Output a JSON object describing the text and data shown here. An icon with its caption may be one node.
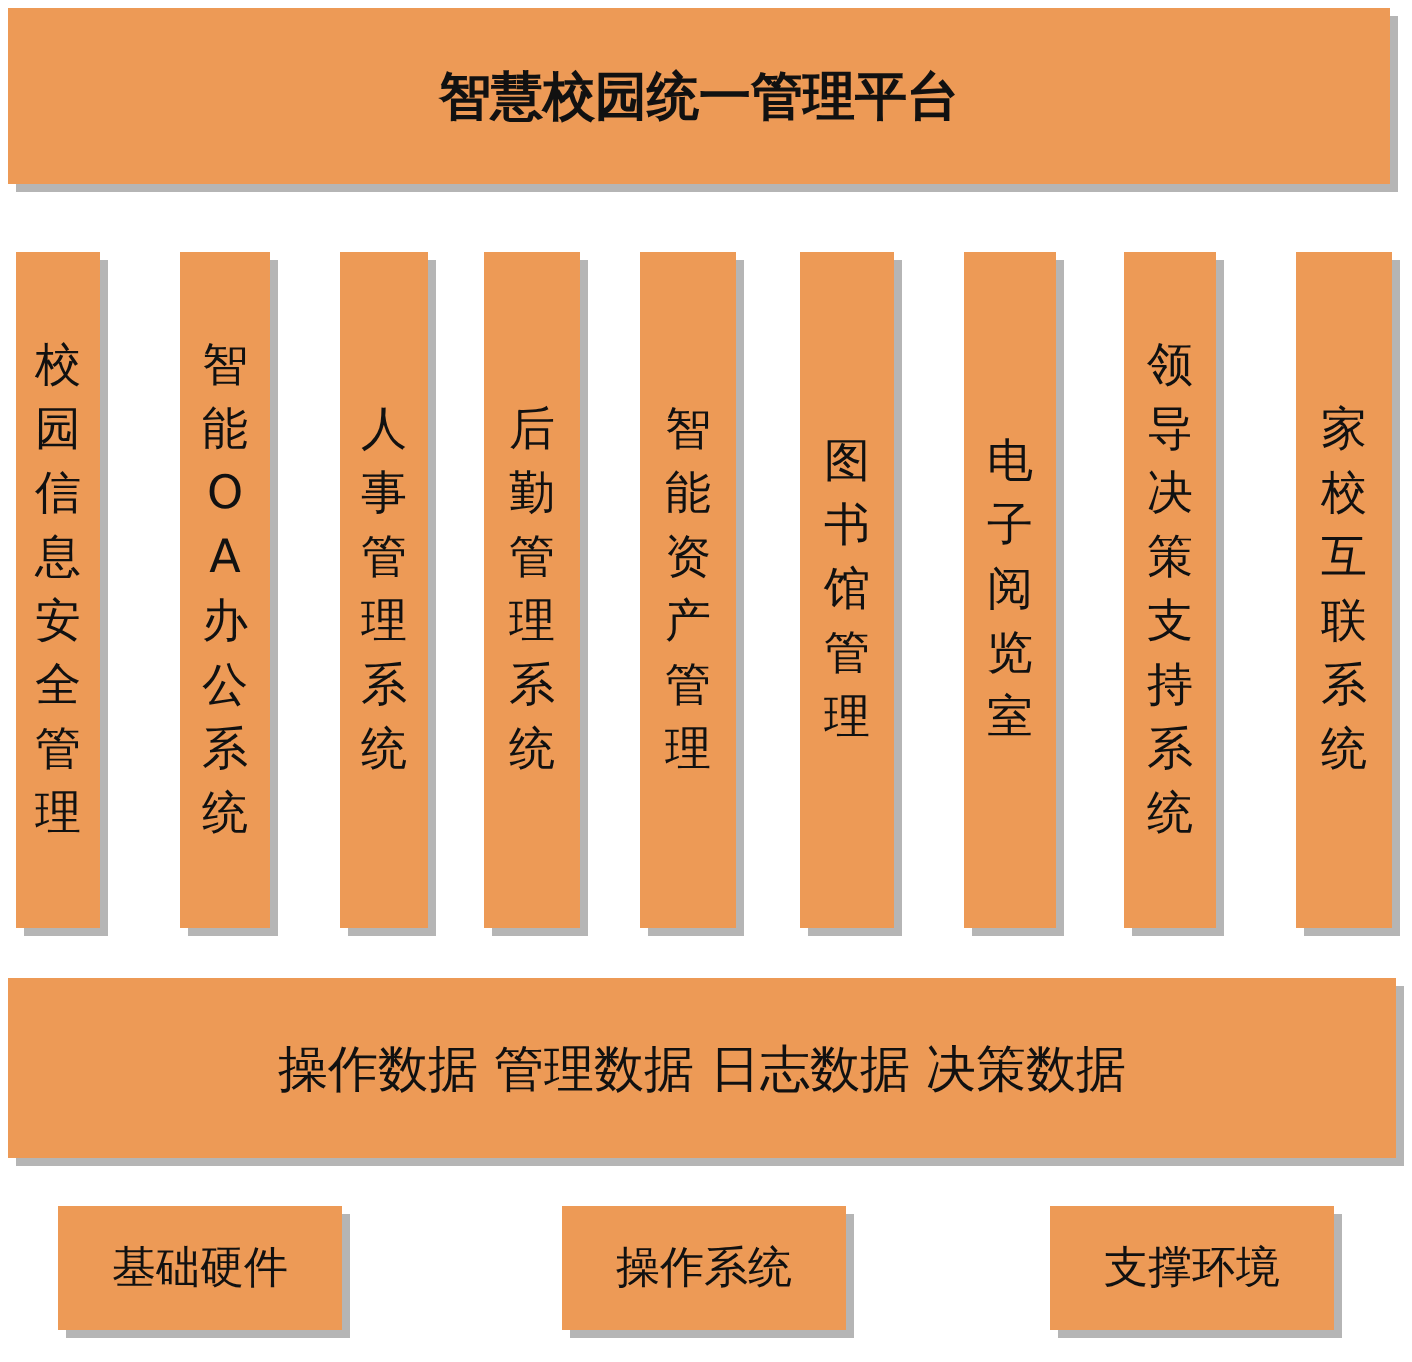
{
  "diagram": {
    "nodes": [
      {
        "text": [
          "智慧校园统一管理平台"
        ]
      },
      {
        "text": [
          "校园信息安全管理"
        ]
      },
      {
        "text": [
          "智能OA办公系统"
        ]
      },
      {
        "text": [
          "人事管理系统"
        ]
      },
      {
        "text": [
          "后勤管理系统"
        ]
      },
      {
        "text": [
          "智能资产管理"
        ]
      },
      {
        "text": [
          "图书馆管理"
        ]
      },
      {
        "text": [
          "电子阅览室"
        ]
      },
      {
        "text": [
          "领导决策支持系统"
        ]
      },
      {
        "text": [
          "家校互联系统"
        ]
      },
      {
        "text": [
          "操作数据 管理数据 日志数据 决策数据"
        ]
      },
      {
        "text": [
          "基础硬件"
        ]
      },
      {
        "text": [
          "操作系统"
        ]
      },
      {
        "text": [
          "支撑环境"
        ]
      }
    ]
  }
}
